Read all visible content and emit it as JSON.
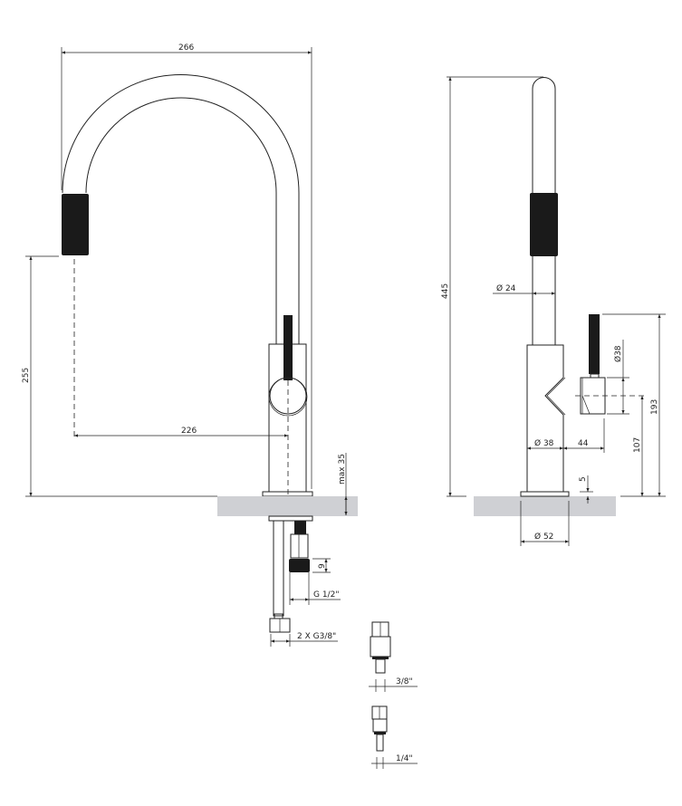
{
  "colors": {
    "line": "#222222",
    "grip": "#1a1a1a",
    "counter": "#cfd0d4"
  },
  "front_view": {
    "dim_width": "266",
    "dim_spout_height": "255",
    "dim_reach": "226",
    "dim_max_counter": "max 35",
    "dim_thread_len": "9",
    "dim_g12": "G 1/2\"",
    "dim_hoses": "2 X G3/8\""
  },
  "side_view": {
    "dim_height": "445",
    "dim_pipe_dia": "Ø 24",
    "dim_handle_dia": "Ø38",
    "dim_body_dia": "Ø 38",
    "dim_handle_depth": "44",
    "dim_handle_top": "193",
    "dim_handle_center": "107",
    "dim_base_plate": "5",
    "dim_base_dia": "Ø 52"
  },
  "adapters": [
    {
      "label": "3/8\""
    },
    {
      "label": "1/4\""
    }
  ]
}
